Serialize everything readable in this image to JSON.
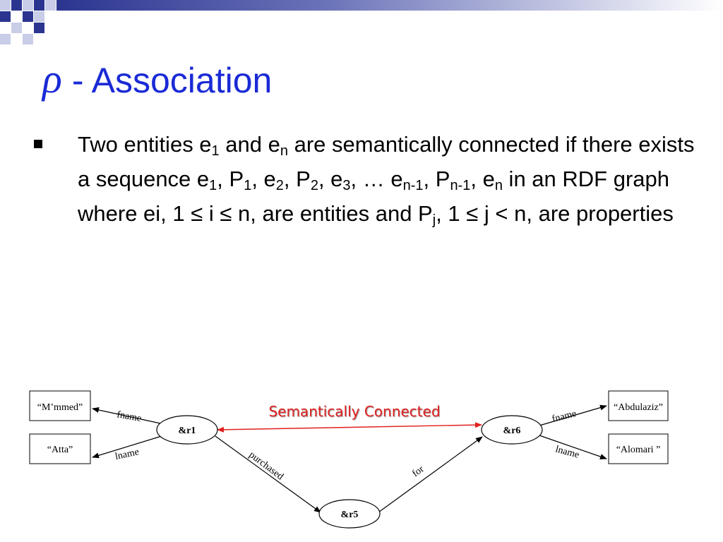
{
  "title": {
    "rho": "ρ",
    "text": "- Association"
  },
  "bullet": [
    {
      "t": "Two entities e"
    },
    {
      "sub": "1"
    },
    {
      "t": " and e"
    },
    {
      "sub": "n"
    },
    {
      "t": " are semantically connected if there exists a sequence e"
    },
    {
      "sub": "1"
    },
    {
      "t": ", P"
    },
    {
      "sub": "1"
    },
    {
      "t": ", e"
    },
    {
      "sub": "2"
    },
    {
      "t": ", P"
    },
    {
      "sub": "2"
    },
    {
      "t": ", e"
    },
    {
      "sub": "3"
    },
    {
      "t": ", … e"
    },
    {
      "sub": "n-1"
    },
    {
      "t": ", P"
    },
    {
      "sub": "n-1"
    },
    {
      "t": ", e"
    },
    {
      "sub": "n"
    },
    {
      "t": " in an RDF graph where ei, 1 ≤ i ≤ n, are entities and P"
    },
    {
      "sub": "j"
    },
    {
      "t": ", 1 ≤ j < n, are properties"
    }
  ],
  "diagram": {
    "nodes": {
      "r1": "&r1",
      "r6": "&r6",
      "r5": "&r5"
    },
    "literals": {
      "mmed": "“M’mmed”",
      "atta": "“Atta”",
      "abdulaziz": "“Abdulaziz”",
      "alomari": "“Alomari ”"
    },
    "edges": {
      "fname_left": "fname",
      "lname_left": "lname",
      "fname_right": "fname",
      "lname_right": "lname",
      "purchased": "purchased",
      "for": "for"
    },
    "connection_label": "Semantically Connected",
    "connection_color": "#e02020"
  },
  "colors": {
    "title": "#1a2ad6",
    "deco_navy": "#2b3590",
    "deco_light": "#c9cde8"
  }
}
